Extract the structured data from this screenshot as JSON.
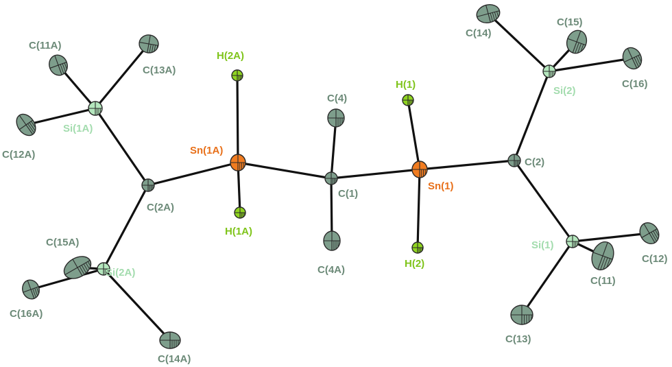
{
  "colors": {
    "C": "#7e9e8c",
    "Si": "#b4e6bd",
    "Sn": "#f07c20",
    "H": "#8fd420",
    "bond": "#111111"
  },
  "atoms": [
    {
      "id": "C11A",
      "label": "C(11A)",
      "el": "C"
    },
    {
      "id": "C13A",
      "label": "C(13A)",
      "el": "C"
    },
    {
      "id": "Si1A",
      "label": "Si(1A)",
      "el": "Si"
    },
    {
      "id": "C12A",
      "label": "C(12A)",
      "el": "C"
    },
    {
      "id": "C2A",
      "label": "C(2A)",
      "el": "C"
    },
    {
      "id": "Sn1A",
      "label": "Sn(1A)",
      "el": "Sn"
    },
    {
      "id": "H2A",
      "label": "H(2A)",
      "el": "H"
    },
    {
      "id": "H1A",
      "label": "H(1A)",
      "el": "H"
    },
    {
      "id": "C15A",
      "label": "C(15A)",
      "el": "C"
    },
    {
      "id": "Si2A",
      "label": "Si(2A)",
      "el": "Si"
    },
    {
      "id": "C16A",
      "label": "C(16A)",
      "el": "C"
    },
    {
      "id": "C14A",
      "label": "C(14A)",
      "el": "C"
    },
    {
      "id": "C4",
      "label": "C(4)",
      "el": "C"
    },
    {
      "id": "C1",
      "label": "C(1)",
      "el": "C"
    },
    {
      "id": "C4A",
      "label": "C(4A)",
      "el": "C"
    },
    {
      "id": "H1",
      "label": "H(1)",
      "el": "H"
    },
    {
      "id": "H2",
      "label": "H(2)",
      "el": "H"
    },
    {
      "id": "Sn1",
      "label": "Sn(1)",
      "el": "Sn"
    },
    {
      "id": "C2",
      "label": "C(2)",
      "el": "C"
    },
    {
      "id": "C14",
      "label": "C(14)",
      "el": "C"
    },
    {
      "id": "C15",
      "label": "C(15)",
      "el": "C"
    },
    {
      "id": "Si2",
      "label": "Si(2)",
      "el": "Si"
    },
    {
      "id": "C16",
      "label": "C(16)",
      "el": "C"
    },
    {
      "id": "Si1",
      "label": "Si(1)",
      "el": "Si"
    },
    {
      "id": "C12",
      "label": "C(12)",
      "el": "C"
    },
    {
      "id": "C11",
      "label": "C(11)",
      "el": "C"
    },
    {
      "id": "C13",
      "label": "C(13)",
      "el": "C"
    }
  ],
  "bonds": [
    [
      "C11A",
      "Si1A"
    ],
    [
      "C13A",
      "Si1A"
    ],
    [
      "C12A",
      "Si1A"
    ],
    [
      "Si1A",
      "C2A"
    ],
    [
      "C2A",
      "Sn1A"
    ],
    [
      "C2A",
      "Si2A"
    ],
    [
      "C15A",
      "Si2A"
    ],
    [
      "C16A",
      "Si2A"
    ],
    [
      "Si2A",
      "C14A"
    ],
    [
      "Sn1A",
      "H2A"
    ],
    [
      "Sn1A",
      "H1A"
    ],
    [
      "Sn1A",
      "C1"
    ],
    [
      "C1",
      "C4"
    ],
    [
      "C1",
      "C4A"
    ],
    [
      "C1",
      "Sn1"
    ],
    [
      "Sn1",
      "H1"
    ],
    [
      "Sn1",
      "H2"
    ],
    [
      "Sn1",
      "C2"
    ],
    [
      "C2",
      "Si2"
    ],
    [
      "C2",
      "Si1"
    ],
    [
      "Si2",
      "C14"
    ],
    [
      "Si2",
      "C15"
    ],
    [
      "Si2",
      "C16"
    ],
    [
      "Si1",
      "C12"
    ],
    [
      "Si1",
      "C11"
    ],
    [
      "Si1",
      "C13"
    ]
  ]
}
